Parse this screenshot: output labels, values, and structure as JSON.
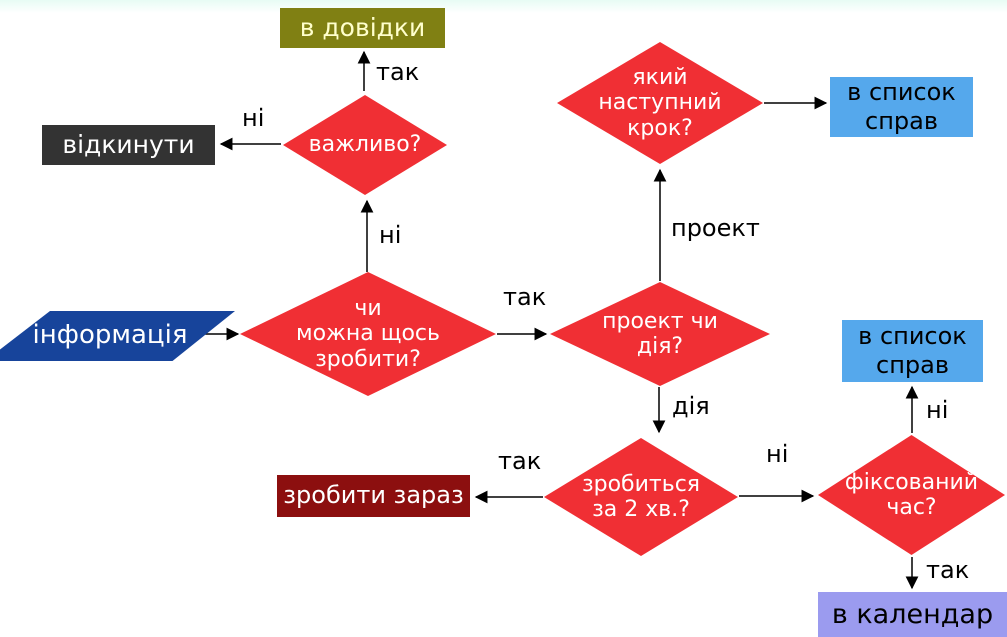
{
  "diagram": {
    "language": "Ukrainian",
    "colors": {
      "diamond_red": "#f02f34",
      "reference_olive": "#808013",
      "discard_gray": "#333333",
      "list_blue": "#55a8ec",
      "do_now_dark_red": "#8c0f0f",
      "calendar_purple": "#9b9bef",
      "info_blue": "#17449b",
      "arrow_black": "#000000"
    },
    "nodes": {
      "info": {
        "shape": "parallelogram",
        "label": "інформація"
      },
      "can_do": {
        "shape": "diamond",
        "label": "чи\nможна щось\nзробити?"
      },
      "important": {
        "shape": "diamond",
        "label": "важливо?"
      },
      "reference": {
        "shape": "box",
        "label": "в довідки"
      },
      "discard": {
        "shape": "box",
        "label": "відкинути"
      },
      "next_step": {
        "shape": "diamond",
        "label": "який\nнаступний\nкрок?"
      },
      "list_top": {
        "shape": "box",
        "label": "в список\nсправ"
      },
      "project_or_action": {
        "shape": "diamond",
        "label": "проект чи\nдія?"
      },
      "list_right": {
        "shape": "box",
        "label": "в список\nсправ"
      },
      "two_minutes": {
        "shape": "diamond",
        "label": "зробиться\nза 2 хв.?"
      },
      "do_now": {
        "shape": "box",
        "label": "зробити зараз"
      },
      "fixed_time": {
        "shape": "diamond",
        "label": "фіксований\nчас?"
      },
      "calendar": {
        "shape": "box",
        "label": "в календар"
      }
    },
    "edge_labels": {
      "important_yes": "так",
      "important_no": "ні",
      "can_do_no": "ні",
      "can_do_yes": "так",
      "project": "проект",
      "action": "дія",
      "two_minutes_yes": "так",
      "two_minutes_no": "ні",
      "fixed_time_no": "ні",
      "fixed_time_yes": "так"
    }
  }
}
